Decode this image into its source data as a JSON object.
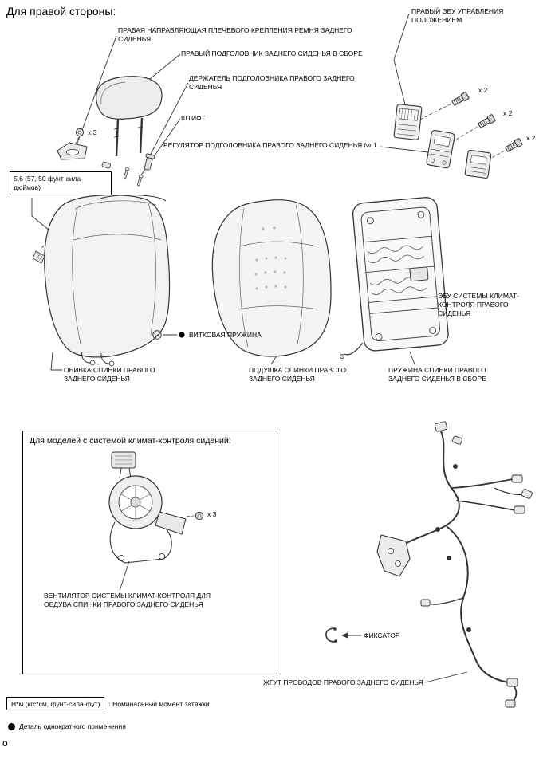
{
  "page": {
    "title": "Для правой стороны:",
    "page_marker": "o",
    "background_color": "#ffffff",
    "line_color": "#333333",
    "text_color": "#000000"
  },
  "labels": {
    "belt_guide": "ПРАВАЯ НАПРАВЛЯЮЩАЯ ПЛЕЧЕВОГО КРЕПЛЕНИЯ РЕМНЯ ЗАДНЕГО СИДЕНЬЯ",
    "headrest": "ПРАВЫЙ ПОДГОЛОВНИК ЗАДНЕГО СИДЕНЬЯ В СБОРЕ",
    "headrest_holder": "ДЕРЖАТЕЛЬ ПОДГОЛОВНИКА ПРАВОГО ЗАДНЕГО СИДЕНЬЯ",
    "pin": "ШТИФТ",
    "headrest_regulator": "РЕГУЛЯТОР ПОДГОЛОВНИКА ПРАВОГО ЗАДНЕГО СИДЕНЬЯ № 1",
    "position_ecu": "ПРАВЫЙ ЭБУ УПРАВЛЕНИЯ ПОЛОЖЕНИЕМ",
    "climate_ecu": "ЭБУ СИСТЕМЫ КЛИМАТ-КОНТРОЛЯ ПРАВОГО СИДЕНЬЯ",
    "coil_spring": "ВИТКОВАЯ ПРУЖИНА",
    "seatback_cover": "ОБИВКА СПИНКИ ПРАВОГО ЗАДНЕГО СИДЕНЬЯ",
    "seatback_cushion": "ПОДУШКА СПИНКИ ПРАВОГО ЗАДНЕГО СИДЕНЬЯ",
    "seatback_spring": "ПРУЖИНА СПИНКИ ПРАВОГО ЗАДНЕГО СИДЕНЬЯ В СБОРЕ",
    "fan": "ВЕНТИЛЯТОР СИСТЕМЫ КЛИМАТ-КОНТРОЛЯ ДЛЯ ОБДУВА СПИНКИ ПРАВОГО ЗАДНЕГО СИДЕНЬЯ",
    "retainer": "ФИКСАТОР",
    "harness": "ЖГУТ ПРОВОДОВ ПРАВОГО ЗАДНЕГО СИДЕНЬЯ"
  },
  "counts": {
    "headrest_nut": "x 3",
    "ecu_bolts": "x 2",
    "regulator_bolts": "x 2",
    "side_ecu_bolts": "x 2",
    "fan_nut": "x 3"
  },
  "torque_note": {
    "value": "5,6 (57, 50 фунт-сила-дюймов)"
  },
  "climate_box": {
    "title": "Для моделей с системой климат-контроля сидений:"
  },
  "legend": {
    "torque_units": "Н*м (кгс*см, фунт-сила-фут)",
    "torque_desc": ": Номинальный момент затяжки",
    "single_use": "Деталь однократного применения"
  },
  "icons": {
    "single_use_bullet": "●",
    "coil_spring_bullet": "●"
  }
}
